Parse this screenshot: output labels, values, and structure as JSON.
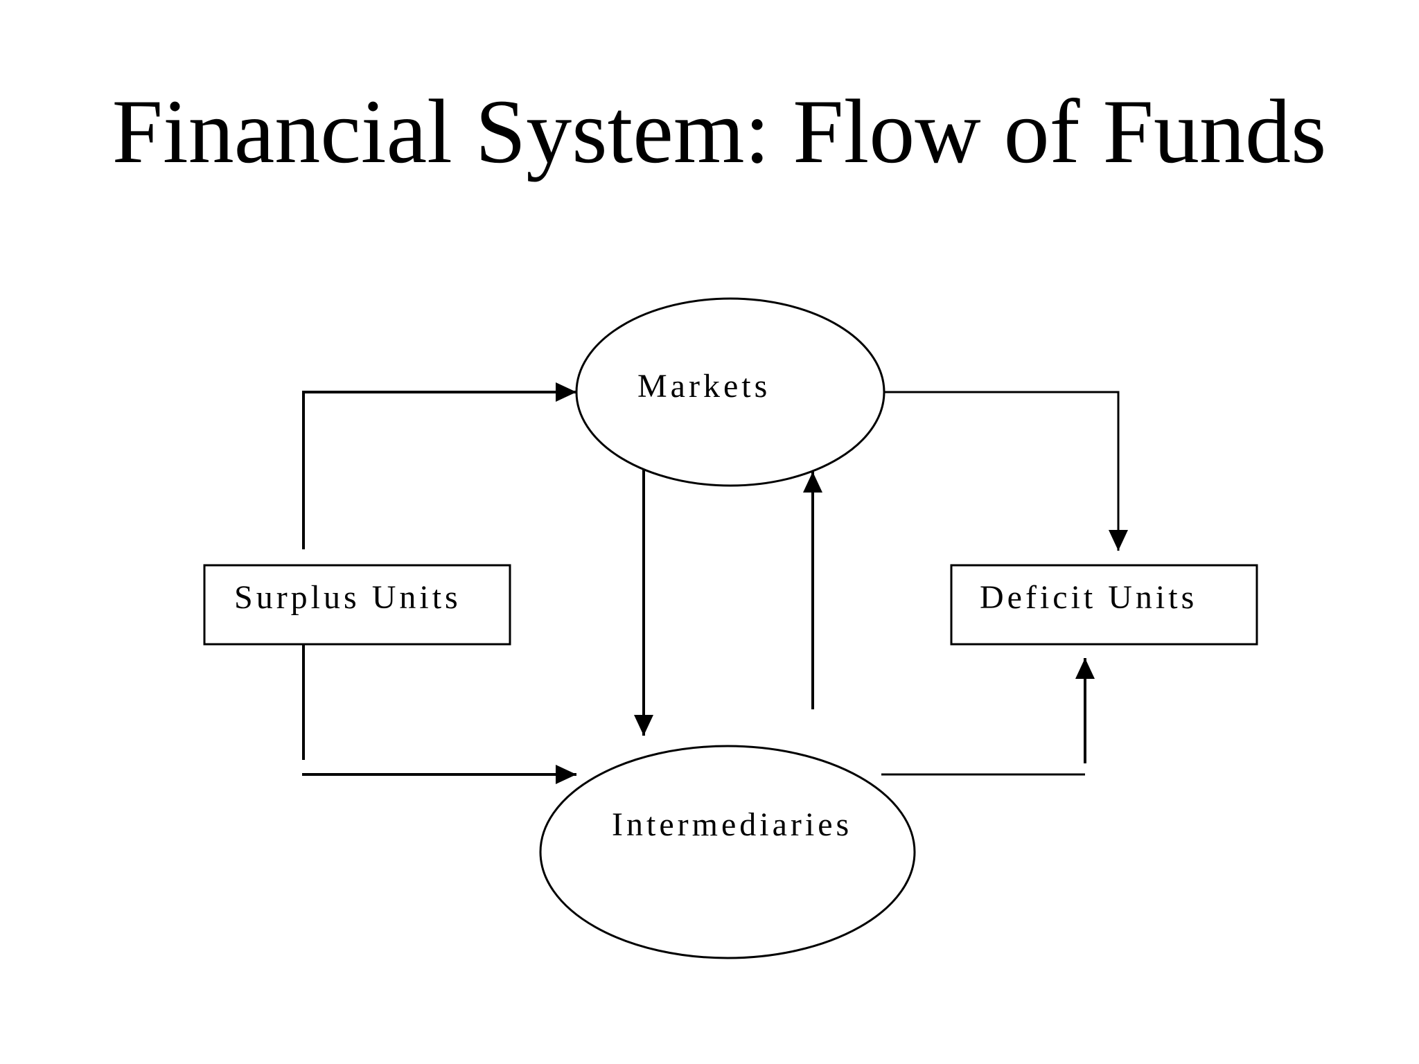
{
  "slide": {
    "title": "Financial System: Flow of Funds"
  },
  "diagram": {
    "nodes": {
      "markets": {
        "label": "Markets",
        "shape": "ellipse"
      },
      "intermediaries": {
        "label": "Intermediaries",
        "shape": "ellipse"
      },
      "surplus_units": {
        "label": "Surplus Units",
        "shape": "rectangle"
      },
      "deficit_units": {
        "label": "Deficit Units",
        "shape": "rectangle"
      }
    },
    "edges": [
      {
        "from": "surplus_units",
        "to": "markets"
      },
      {
        "from": "surplus_units",
        "to": "intermediaries"
      },
      {
        "from": "markets",
        "to": "deficit_units"
      },
      {
        "from": "intermediaries",
        "to": "deficit_units"
      },
      {
        "from": "markets",
        "to": "intermediaries"
      },
      {
        "from": "intermediaries",
        "to": "markets"
      }
    ],
    "colors": {
      "stroke": "#000000",
      "background": "#ffffff"
    }
  }
}
